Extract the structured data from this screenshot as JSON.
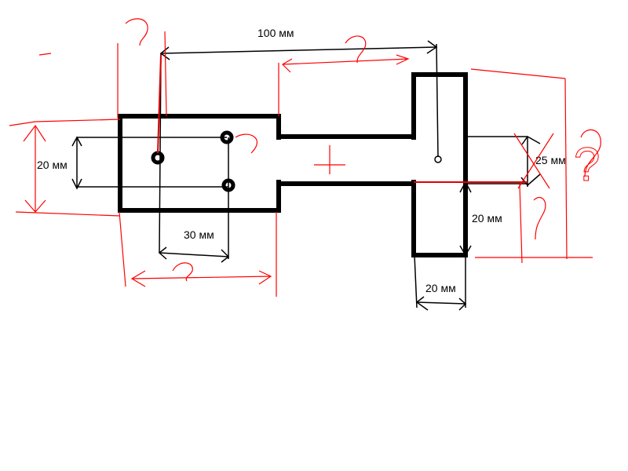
{
  "colors": {
    "outline": "#000000",
    "annotation": "#ff0000",
    "background": "#ffffff"
  },
  "dimensions": {
    "top_distance": "100 мм",
    "left_height": "20 мм",
    "hole_spacing": "30 мм",
    "shaft_width": "25 мм",
    "flange_height": "20 мм",
    "flange_width": "20 мм"
  },
  "annotations": {
    "question_mark": "?"
  }
}
